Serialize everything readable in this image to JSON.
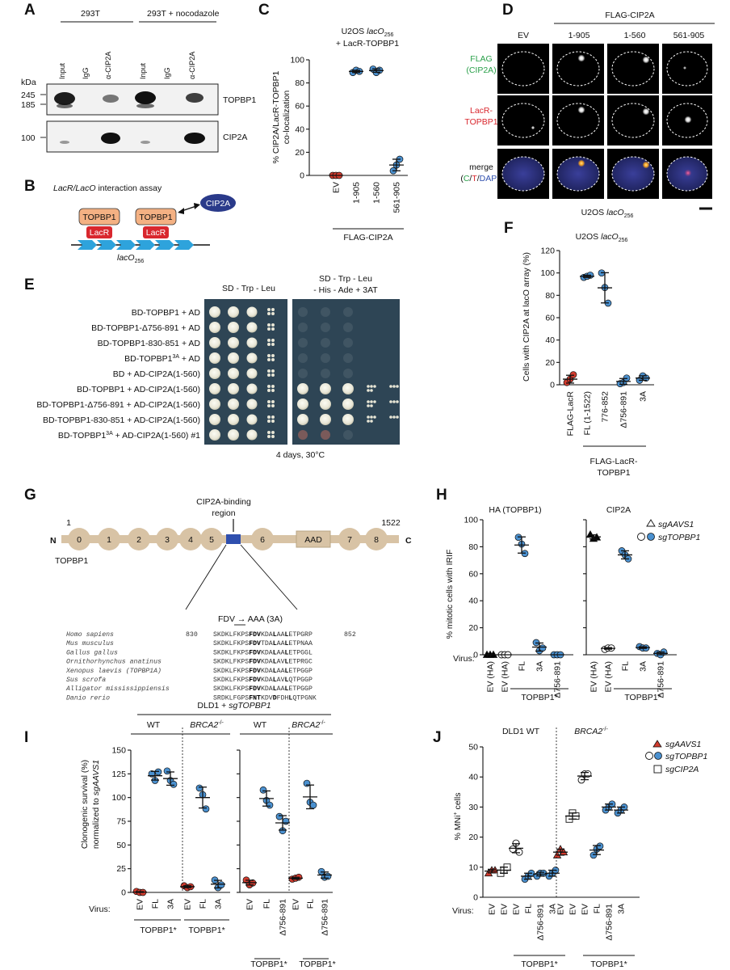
{
  "colors": {
    "red": "#d13b2e",
    "blue": "#4a90cf",
    "tan": "#d8c3a5",
    "tanLine": "#c8b496",
    "domainBlue": "#2f4fae",
    "cip2a": "#2a3a8a",
    "lacr": "#d9272e",
    "topbpBox": "#f4b183",
    "laco": "#2ea3dc",
    "plate": "#2e4555"
  },
  "panelA": {
    "label": "A",
    "cond1": "293T",
    "cond2": "293T + nocodazole",
    "lanes": [
      "Input",
      "IgG",
      "α-CIP2A",
      "Input",
      "IgG",
      "α-CIP2A"
    ],
    "kda": "kDa",
    "markers": [
      "245",
      "185",
      "100"
    ],
    "bands": [
      "TOPBP1",
      "CIP2A"
    ]
  },
  "panelB": {
    "label": "B",
    "title_a": "LacR/LacO",
    "title_b": " interaction assay",
    "topbp1": "TOPBP1",
    "lacr": "LacR",
    "cip2a": "CIP2A",
    "laco": "lacO",
    "laco_sub": "256"
  },
  "panelC": {
    "label": "C",
    "title1a": "U2OS ",
    "title1b": "lacO",
    "title1sub": "256",
    "title2": "+ LacR-TOPBP1",
    "ylabel1": "% CIP2A/LacR-TOPBP1",
    "ylabel2": "co-localization",
    "yticks": [
      "0",
      "20",
      "40",
      "60",
      "80",
      "100"
    ],
    "groups": [
      "EV",
      "1-905",
      "1-560",
      "561-905"
    ],
    "bracket": "FLAG-CIP2A"
  },
  "panelD": {
    "label": "D",
    "header": "FLAG-CIP2A",
    "cols": [
      "EV",
      "1-905",
      "1-560",
      "561-905"
    ],
    "row1a": "FLAG",
    "row1b": "(CIP2A)",
    "row2a": "LacR-",
    "row2b": "TOPBP1",
    "row3a": "merge",
    "row3b": "(C/T/DAPI)",
    "c": "C",
    "t": "T",
    "dapi": "DAPI",
    "caption_a": "U2OS ",
    "caption_b": "lacO",
    "caption_sub": "256"
  },
  "panelE": {
    "label": "E",
    "head1": "SD - Trp - Leu",
    "head2a": "SD - Trp - Leu",
    "head2b": "- His - Ade + 3AT",
    "rows": [
      "BD-TOPBP1 + AD",
      "BD-TOPBP1-Δ756-891 + AD",
      "BD-TOPBP1-830-851 + AD",
      "BD-TOPBP1 + AD",
      "BD + AD-CIP2A(1-560)",
      "BD-TOPBP1 + AD-CIP2A(1-560)",
      "BD-TOPBP1-Δ756-891 + AD-CIP2A(1-560)",
      "BD-TOPBP1-830-851 + AD-CIP2A(1-560)",
      "BD-TOPBP1 + AD-CIP2A(1-560) #1"
    ],
    "sup3a": "3A",
    "caption": "4 days, 30°C"
  },
  "panelF": {
    "label": "F",
    "title_a": "U2OS ",
    "title_b": "lacO",
    "title_sub": "256",
    "ylabel": "Cells with CIP2A at lacO array (%)",
    "yticks": [
      "0",
      "20",
      "40",
      "60",
      "80",
      "100",
      "120"
    ],
    "groups": [
      "FLAG-LacR",
      "FL (1-1522)",
      "776-852",
      "Δ756-891",
      "3A"
    ],
    "bracket1": "FLAG-LacR-",
    "bracket2": "TOPBP1"
  },
  "panelG": {
    "label": "G",
    "region1": "CIP2A-binding",
    "region2": "region",
    "start": "1",
    "end": "1522",
    "n": "N",
    "c": "C",
    "name": "TOPBP1",
    "domains": [
      "0",
      "1",
      "2",
      "3",
      "4",
      "5",
      "6",
      "7",
      "8"
    ],
    "aad": "AAD",
    "mutation": "FDV → AAA (3A)",
    "pos_start": "830",
    "pos_end": "852",
    "species": [
      "Homo sapiens",
      "Mus musculus",
      "Gallus gallus",
      "Ornithorhynchus anatinus",
      "Xenopus laevis (TOPBP1A)",
      "Sus scrofa",
      "Alligator mississippiensis",
      "Danio rerio"
    ],
    "seqs": [
      [
        "SKDKLFKPS",
        "FDV",
        "KDA",
        "L",
        "AA",
        "L",
        "ETPGRP"
      ],
      [
        "SKDKLFKPS",
        "FDV",
        "TDA",
        "L",
        "AA",
        "L",
        "ETPNAA"
      ],
      [
        "SKDKLFKPS",
        "FDV",
        "KDA",
        "L",
        "AA",
        "L",
        "ETPGGL"
      ],
      [
        "SKDKLFKPS",
        "FDV",
        "KDA",
        "L",
        "AV",
        "L",
        "ETPRGC"
      ],
      [
        "SKDKLFKPS",
        "FDV",
        "KDA",
        "L",
        "AA",
        "L",
        "ETPGGP"
      ],
      [
        "SKDKLFKPS",
        "FDV",
        "KDA",
        "L",
        "AV",
        "L",
        "QTPGGP"
      ],
      [
        "SKDKLFKPS",
        "FDV",
        "KDA",
        "L",
        "AA",
        "L",
        "ETPGGP"
      ],
      [
        "SRDKLFGPS",
        "FNT",
        "KDV",
        "D",
        "FDH",
        "L",
        "QTPGNK"
      ]
    ]
  },
  "panelH": {
    "label": "H",
    "title1": "HA (TOPBP1)",
    "title2": "CIP2A",
    "ylabel": "% mitotic cells with IRIF",
    "yticks": [
      "0",
      "20",
      "40",
      "60",
      "80",
      "100"
    ],
    "groups": [
      "EV (HA)",
      "EV (HA)",
      "FL",
      "3A",
      "Δ756-891"
    ],
    "virus": "Virus:",
    "bracket": "TOPBP1*",
    "legend1": "sgAAVS1",
    "legend2": "sgTOPBP1"
  },
  "panelI": {
    "label": "I",
    "title_a": "DLD1 + ",
    "title_b": "sgTOPBP1",
    "wt": "WT",
    "brca": "BRCA2",
    "brca_sup": "-/-",
    "ylabel1": "Clonogenic survival (%)",
    "ylabel2a": "normalized to ",
    "ylabel2b": "sgAAVS1",
    "yticks": [
      "0",
      "25",
      "50",
      "75",
      "100",
      "125",
      "150"
    ],
    "groups1": [
      "EV",
      "FL",
      "3A"
    ],
    "groups2": [
      "EV",
      "FL",
      "Δ756-891"
    ],
    "virus": "Virus:",
    "bracket": "TOPBP1*"
  },
  "panelJ": {
    "label": "J",
    "wt": "DLD1 WT",
    "brca": "BRCA2",
    "brca_sup": "-/-",
    "ylabel_a": "% MNi",
    "ylabel_sup": "+",
    "ylabel_b": " cells",
    "yticks": [
      "0",
      "10",
      "20",
      "30",
      "40",
      "50"
    ],
    "groups": [
      "EV",
      "EV",
      "EV",
      "FL",
      "Δ756-891",
      "3A"
    ],
    "virus": "Virus:",
    "bracket": "TOPBP1*",
    "legend1": "sgAAVS1",
    "legend2": "sgTOPBP1",
    "legend3": "sgCIP2A"
  },
  "chart_data": [
    {
      "id": "C",
      "type": "scatter",
      "ylim": [
        0,
        100
      ],
      "categories": [
        "EV",
        "1-905",
        "1-560",
        "561-905"
      ],
      "points": [
        [
          0,
          0,
          0
        ],
        [
          89,
          91,
          90
        ],
        [
          92,
          89,
          91
        ],
        [
          4,
          9,
          14
        ]
      ],
      "means": [
        0,
        90,
        90.7,
        9
      ],
      "sd": [
        0,
        1,
        1.5,
        5
      ]
    },
    {
      "id": "F",
      "type": "scatter",
      "ylim": [
        0,
        120
      ],
      "categories": [
        "FLAG-LacR",
        "FL (1-1522)",
        "776-852",
        "Δ756-891",
        "3A"
      ],
      "points": [
        [
          2,
          5,
          9
        ],
        [
          96,
          97,
          98
        ],
        [
          100,
          87,
          73
        ],
        [
          1,
          2,
          6
        ],
        [
          4,
          8,
          6
        ]
      ],
      "means": [
        5,
        97,
        86.7,
        3,
        6
      ],
      "sd": [
        3.5,
        1,
        13.5,
        2.6,
        2
      ]
    },
    {
      "id": "H1",
      "type": "scatter",
      "ylim": [
        0,
        100
      ],
      "categories": [
        "EV (HA)",
        "EV (HA)",
        "FL",
        "3A",
        "Δ756-891"
      ],
      "series": [
        "sgAAVS1",
        "sgTOPBP1",
        "sgTOPBP1",
        "sgTOPBP1",
        "sgTOPBP1"
      ],
      "points": [
        [
          0,
          0,
          0
        ],
        [
          0,
          0,
          0
        ],
        [
          87,
          82,
          75
        ],
        [
          9,
          3,
          5
        ],
        [
          0,
          0,
          0
        ]
      ],
      "means": [
        0,
        0,
        81.3,
        5.7,
        0
      ],
      "sd": [
        0,
        0,
        6,
        3,
        0
      ]
    },
    {
      "id": "H2",
      "type": "scatter",
      "ylim": [
        0,
        100
      ],
      "categories": [
        "EV (HA)",
        "EV (HA)",
        "FL",
        "3A",
        "Δ756-891"
      ],
      "series": [
        "sgAAVS1",
        "sgTOPBP1",
        "sgTOPBP1",
        "sgTOPBP1",
        "sgTOPBP1"
      ],
      "points": [
        [
          89,
          86,
          87
        ],
        [
          4,
          5,
          5
        ],
        [
          77,
          74,
          71
        ],
        [
          6,
          5,
          5
        ],
        [
          1,
          0,
          2
        ]
      ],
      "means": [
        87.3,
        4.7,
        74,
        5.3,
        1
      ],
      "sd": [
        1.5,
        0.6,
        3,
        0.6,
        1
      ]
    },
    {
      "id": "I1",
      "type": "scatter",
      "ylim": [
        0,
        150
      ],
      "categories": [
        "EV",
        "FL",
        "3A",
        "EV",
        "FL",
        "3A"
      ],
      "points": [
        [
          1,
          0,
          0
        ],
        [
          125,
          118,
          127
        ],
        [
          128,
          118,
          114
        ],
        [
          7,
          5,
          6
        ],
        [
          110,
          103,
          88
        ],
        [
          13,
          5,
          8
        ]
      ],
      "means": [
        0.3,
        123,
        120,
        6,
        100,
        8.7
      ],
      "sd": [
        0.5,
        4.6,
        7,
        1,
        11,
        4
      ]
    },
    {
      "id": "I2",
      "type": "scatter",
      "ylim": [
        0,
        150
      ],
      "categories": [
        "EV",
        "FL",
        "Δ756-891",
        "EV",
        "FL",
        "Δ756-891"
      ],
      "points": [
        [
          13,
          8,
          10
        ],
        [
          108,
          97,
          92
        ],
        [
          80,
          65,
          75
        ],
        [
          14,
          15,
          16
        ],
        [
          115,
          95,
          92
        ],
        [
          22,
          16,
          17
        ]
      ],
      "means": [
        10.3,
        99,
        73.3,
        15,
        100.7,
        18.3
      ],
      "sd": [
        2.5,
        8,
        7.6,
        1,
        12.5,
        3.2
      ]
    },
    {
      "id": "J",
      "type": "scatter",
      "ylim": [
        0,
        50
      ],
      "categories": [
        "EV",
        "EV",
        "EV",
        "FL",
        "Δ756-891",
        "3A",
        "EV",
        "EV",
        "EV",
        "FL",
        "Δ756-891",
        "3A"
      ],
      "series": [
        "sgAAVS1",
        "sgCIP2A",
        "sgTOPBP1",
        "sgTOPBP1",
        "sgTOPBP1",
        "sgTOPBP1",
        "sgAAVS1",
        "sgCIP2A",
        "sgTOPBP1",
        "sgTOPBP1",
        "sgTOPBP1",
        "sgTOPBP1"
      ],
      "points": [
        [
          8,
          9,
          9
        ],
        [
          8,
          9,
          10
        ],
        [
          16,
          18,
          15
        ],
        [
          6,
          7,
          8
        ],
        [
          7,
          8,
          8
        ],
        [
          7,
          8,
          9
        ],
        [
          14,
          16,
          15
        ],
        [
          26,
          28,
          27
        ],
        [
          39,
          41,
          41
        ],
        [
          14,
          16,
          17
        ],
        [
          29,
          30,
          31
        ],
        [
          28,
          29,
          30
        ]
      ],
      "means": [
        8.7,
        9,
        16.3,
        7,
        7.7,
        8,
        15,
        27,
        40.3,
        15.7,
        30,
        29
      ],
      "sd": [
        0.6,
        1,
        1.5,
        1,
        0.6,
        1,
        1,
        1,
        1.2,
        1.5,
        1,
        1
      ]
    }
  ]
}
